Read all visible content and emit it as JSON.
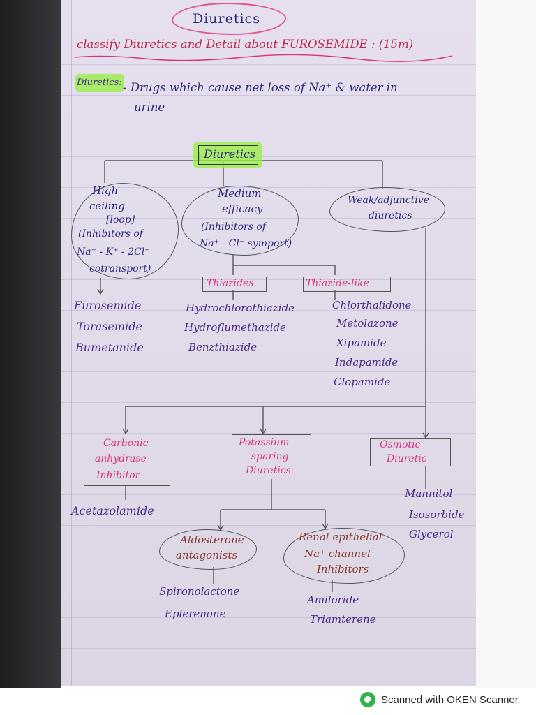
{
  "title": "Diuretics",
  "question": "classify Diuretics and Detail about FUROSEMIDE : (15m)",
  "definition": {
    "term": "Diuretics:",
    "text_line1": "- Drugs which cause net loss of Na⁺ & water in",
    "text_line2": "urine"
  },
  "root": "Diuretics",
  "high_ceiling": {
    "lines": [
      "High",
      "ceiling",
      "[loop]",
      "(Inhibitors of",
      "Na⁺ - K⁺ - 2Cl⁻",
      "cotransport)"
    ],
    "drugs": [
      "Furosemide",
      "Torasemide",
      "Bumetanide"
    ]
  },
  "medium_efficacy": {
    "lines": [
      "Medium",
      "efficacy",
      "(Inhibitors of",
      "Na⁺ - Cl⁻ symport)"
    ],
    "thiazides": {
      "label": "Thiazides",
      "drugs": [
        "Hydrochlorothiazide",
        "Hydroflumethazide",
        "Benzthiazide"
      ]
    },
    "thiazide_like": {
      "label": "Thiazide-like",
      "drugs": [
        "Chlorthalidone",
        "Metolazone",
        "Xipamide",
        "Indapamide",
        "Clopamide"
      ]
    }
  },
  "weak": {
    "lines": [
      "Weak/adjunctive",
      "diuretics"
    ]
  },
  "carbonic": {
    "lines": [
      "Carbonic",
      "anhydrase",
      "Inhibitor"
    ],
    "drugs": [
      "Acetazolamide"
    ]
  },
  "potassium": {
    "lines": [
      "Potassium",
      "sparing",
      "Diuretics"
    ],
    "aldosterone": {
      "lines": [
        "Aldosterone",
        "antagonists"
      ],
      "drugs": [
        "Spironolactone",
        "Eplerenone"
      ]
    },
    "renal": {
      "lines": [
        "Renal epithelial",
        "Na⁺ channel",
        "Inhibitors"
      ],
      "drugs": [
        "Amiloride",
        "Triamterene"
      ]
    }
  },
  "osmotic": {
    "lines": [
      "Osmotic",
      "Diuretic"
    ],
    "drugs": [
      "Mannitol",
      "Isosorbide",
      "Glycerol"
    ]
  },
  "footer": "Scanned with OKEN Scanner",
  "colors": {
    "blue_ink": "#2c2a78",
    "pink_ink": "#d8307c",
    "highlight": "#96f03c",
    "scanner_green": "#2fb34a"
  }
}
